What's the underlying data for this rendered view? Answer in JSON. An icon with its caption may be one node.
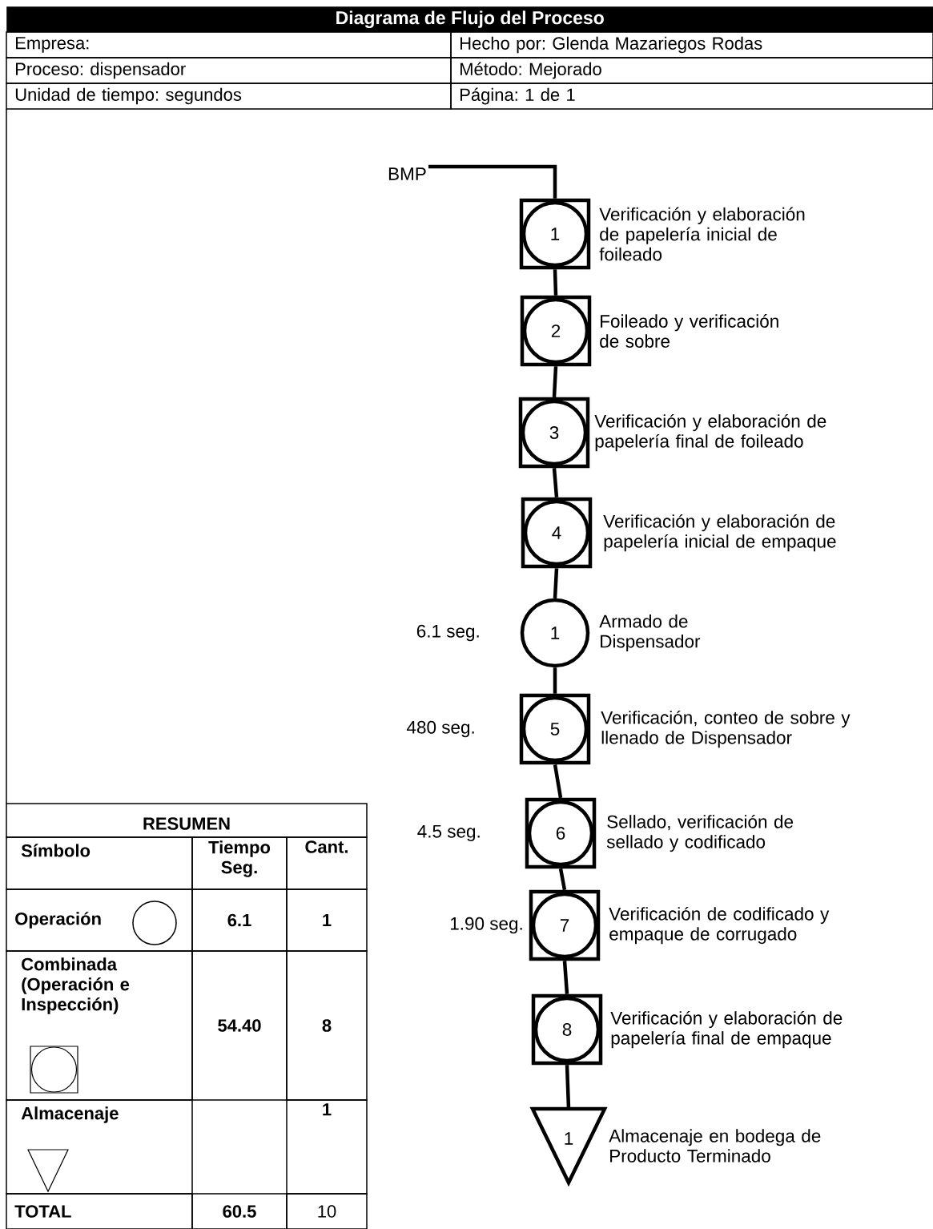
{
  "diagram": {
    "title": "Diagrama de Flujo del Proceso",
    "nodes": [
      {
        "text": [
          "BMP"
        ]
      },
      {
        "text": [
          "1"
        ],
        "beside": [
          "Verificación y elaboración de papelería inicial de foileado"
        ]
      },
      {
        "text": [
          "2"
        ],
        "beside": [
          "Foileado y verificación de sobre"
        ]
      },
      {
        "text": [
          "3"
        ],
        "beside": [
          "Verificación y elaboración de papelería final de foileado"
        ]
      },
      {
        "text": [
          "4"
        ],
        "beside": [
          "Verificación y elaboración de papelería inicial de empaque"
        ]
      },
      {
        "text": [
          "1"
        ],
        "beside": [
          "Armado de Dispensador",
          "6.1 seg."
        ]
      },
      {
        "text": [
          "5"
        ],
        "beside": [
          "Verificación, conteo de sobre y llenado de Dispensador",
          "480 seg."
        ]
      },
      {
        "text": [
          "6"
        ],
        "beside": [
          "Sellado, verificación de sellado y codificado",
          "4.5 seg."
        ]
      },
      {
        "text": [
          "7"
        ],
        "beside": [
          "Verificación de codificado y empaque de corrugado",
          "1.90 seg."
        ]
      },
      {
        "text": [
          "8"
        ],
        "beside": [
          "Verificación y elaboración de papelería final de empaque"
        ]
      },
      {
        "text": [
          "1"
        ],
        "beside": [
          "Almacenaje en bodega de Producto Terminado"
        ]
      }
    ],
    "edges": [
      {
        "from": 0,
        "to": 1,
        "arrow": "none"
      },
      {
        "from": 1,
        "to": 2,
        "arrow": "none"
      },
      {
        "from": 2,
        "to": 3,
        "arrow": "none"
      },
      {
        "from": 3,
        "to": 4,
        "arrow": "none"
      },
      {
        "from": 4,
        "to": 5,
        "arrow": "none"
      },
      {
        "from": 5,
        "to": 6,
        "arrow": "none"
      },
      {
        "from": 6,
        "to": 7,
        "arrow": "none"
      },
      {
        "from": 7,
        "to": 8,
        "arrow": "none"
      },
      {
        "from": 8,
        "to": 9,
        "arrow": "none"
      },
      {
        "from": 9,
        "to": 10,
        "arrow": "none"
      }
    ],
    "labels": [
      "Empresa:",
      "Hecho por: Glenda Mazariegos Rodas",
      "Proceso: dispensador",
      "Método: Mejorado",
      "Unidad de tiempo: segundos",
      "Página: 1 de 1",
      "RESUMEN",
      "Símbolo",
      "Tiempo Seg.",
      "Cant.",
      "Operación",
      "6.1",
      "1",
      "Combinada (Operación e Inspección)",
      "54.40",
      "8",
      "Almacenaje",
      "1",
      "TOTAL",
      "60.5",
      "10"
    ]
  }
}
